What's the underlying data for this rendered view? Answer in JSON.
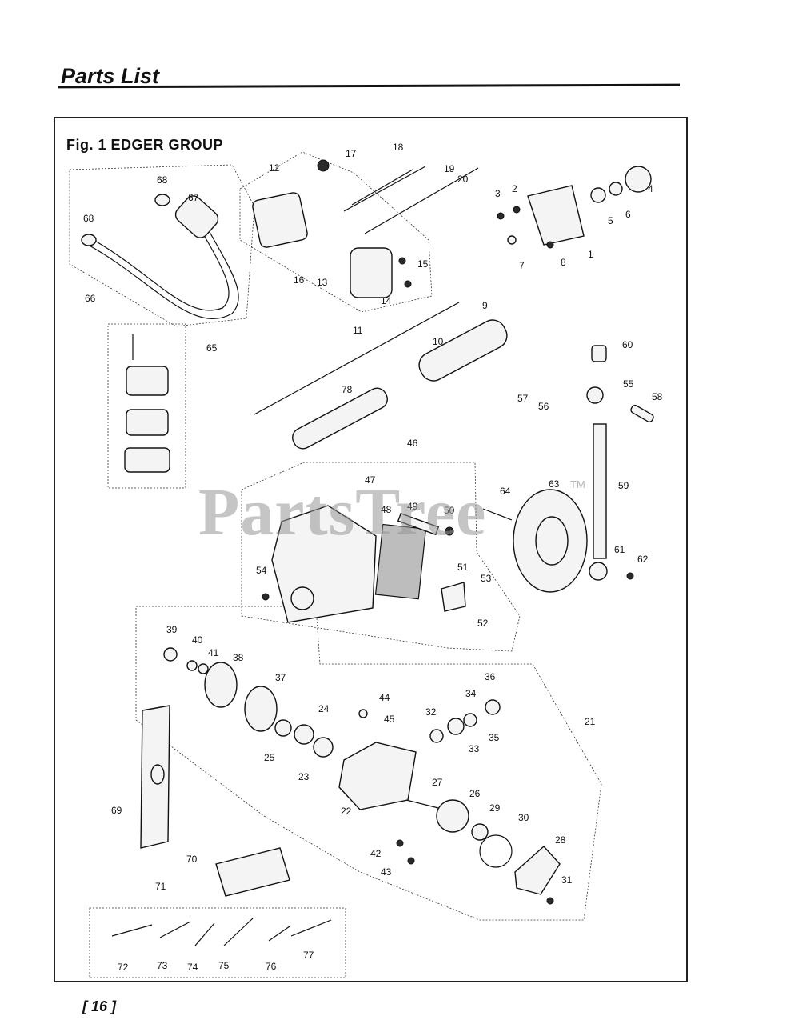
{
  "header": {
    "title": "Parts List"
  },
  "figure": {
    "title": "Fig. 1  EDGER GROUP"
  },
  "watermark": {
    "text": "PartsTree",
    "tm": "TM"
  },
  "footer": {
    "page_number": "16"
  },
  "callouts": [
    "1",
    "2",
    "3",
    "4",
    "5",
    "6",
    "7",
    "8",
    "9",
    "10",
    "11",
    "12",
    "13",
    "14",
    "15",
    "16",
    "17",
    "18",
    "19",
    "20",
    "21",
    "22",
    "23",
    "24",
    "25",
    "26",
    "27",
    "28",
    "29",
    "30",
    "31",
    "32",
    "33",
    "34",
    "35",
    "36",
    "37",
    "38",
    "39",
    "40",
    "41",
    "42",
    "43",
    "44",
    "45",
    "46",
    "47",
    "48",
    "49",
    "50",
    "51",
    "52",
    "53",
    "54",
    "55",
    "56",
    "57",
    "58",
    "59",
    "60",
    "61",
    "62",
    "63",
    "64",
    "65",
    "66",
    "67",
    "68",
    "68",
    "69",
    "70",
    "71",
    "72",
    "73",
    "74",
    "75",
    "76",
    "77",
    "78"
  ]
}
